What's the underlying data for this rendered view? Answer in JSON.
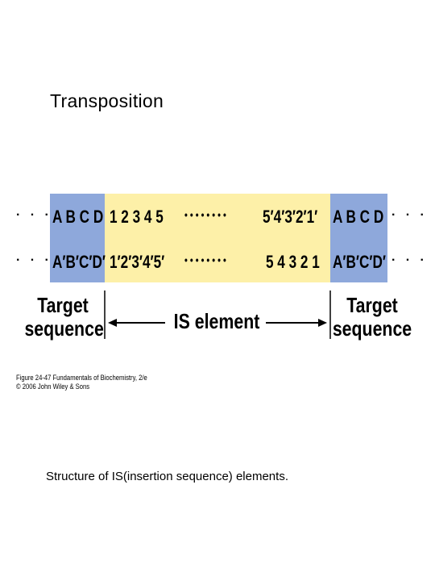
{
  "slide": {
    "title": "Transposition",
    "caption": "Structure of IS(insertion sequence) elements."
  },
  "diagram": {
    "colors": {
      "target_box": "#8EA8DB",
      "is_box": "#FDF0A8"
    },
    "flank_dots": "· · ·",
    "top_strand": {
      "left_target": "A B C D",
      "is_left": "1 2 3 4 5",
      "is_dots": "• • • • • • • •",
      "is_right": "5′4′3′2′1′",
      "right_target": "A B C D"
    },
    "bottom_strand": {
      "left_target": "A′B′C′D′",
      "is_left": "1′2′3′4′5′",
      "is_dots": "• • • • • • • •",
      "is_right": "5 4 3 2 1",
      "right_target": "A′B′C′D′"
    },
    "labels": {
      "left_target": [
        "Target",
        "sequence"
      ],
      "is_element": "IS element",
      "right_target": [
        "Target",
        "sequence"
      ]
    },
    "credit": {
      "line1": "Figure 24-47  Fundamentals of Biochemistry, 2/e",
      "line2": "© 2006 John Wiley & Sons"
    }
  }
}
